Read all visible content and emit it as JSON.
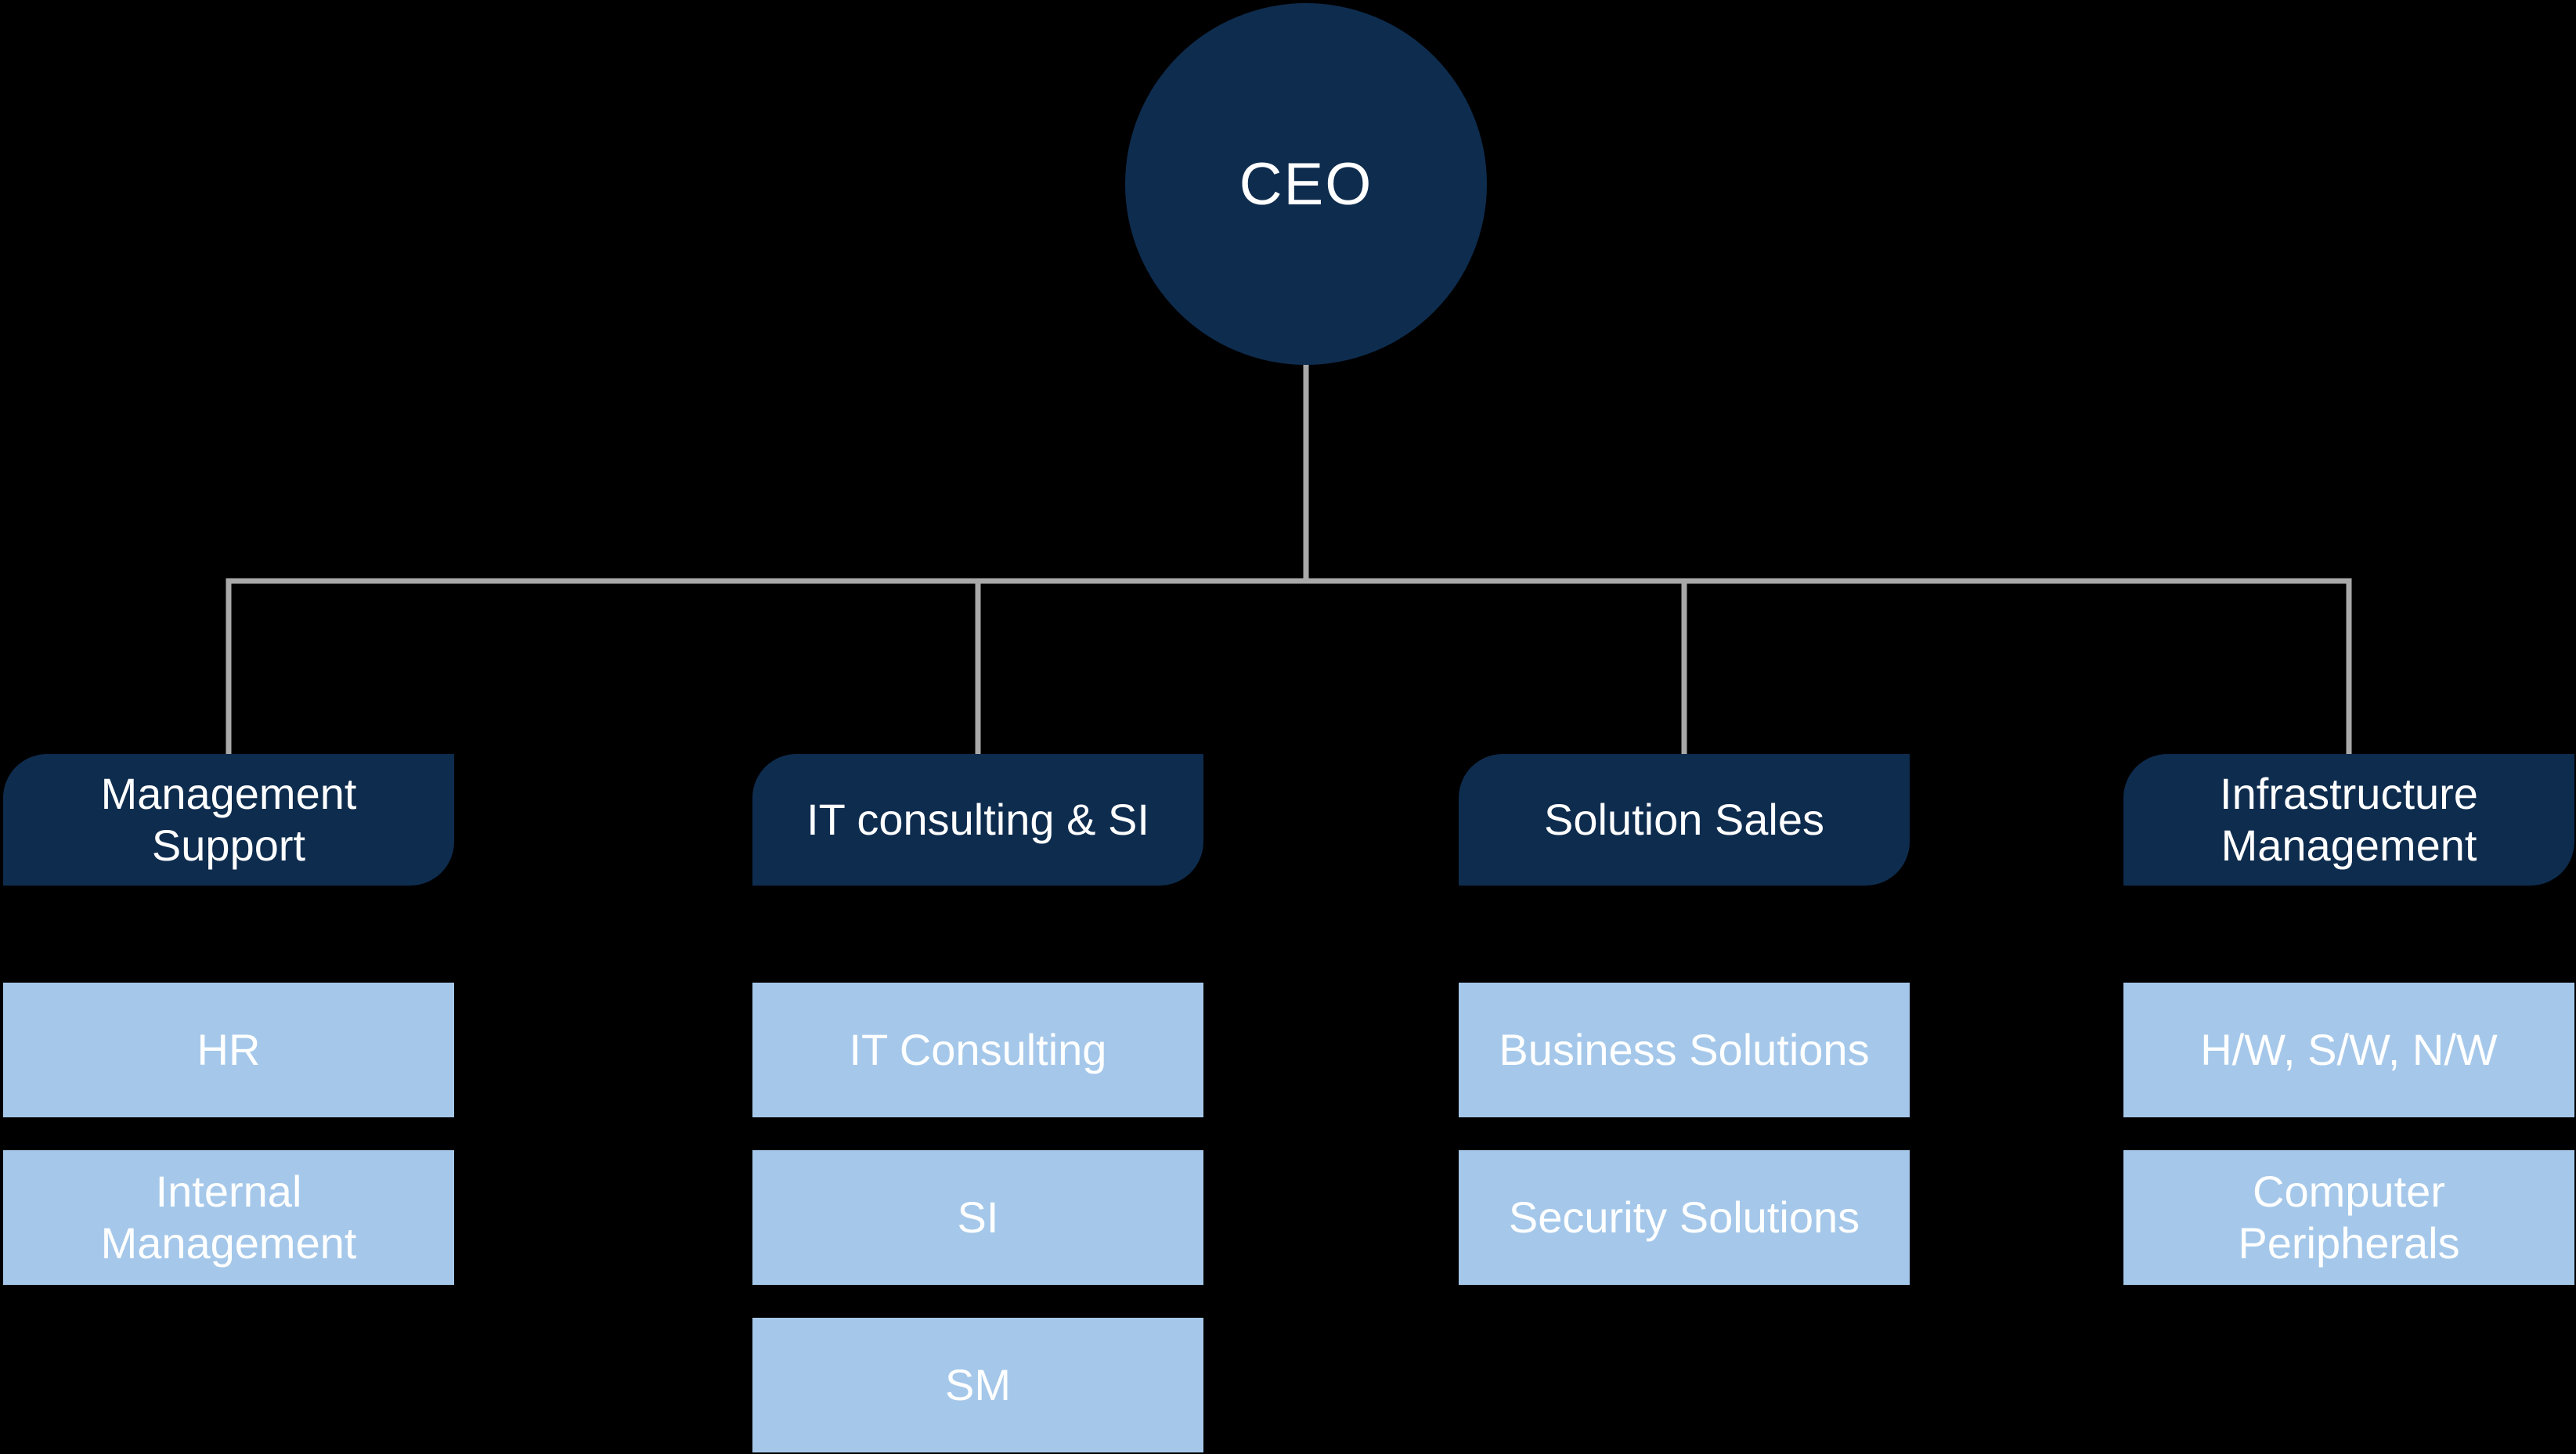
{
  "ceo": {
    "label": "CEO"
  },
  "columns": [
    {
      "header": "Management\nSupport",
      "items": [
        "HR",
        "Internal\nManagement"
      ]
    },
    {
      "header": "IT consulting & SI",
      "items": [
        "IT Consulting",
        "SI",
        "SM"
      ]
    },
    {
      "header": "Solution Sales",
      "items": [
        "Business Solutions",
        "Security Solutions"
      ]
    },
    {
      "header": "Infrastructure\nManagement",
      "items": [
        "H/W, S/W, N/W",
        "Computer\nPeripherals"
      ]
    }
  ],
  "colors": {
    "navy": "#0e2c4e",
    "light_blue": "#a5c8ea",
    "line_gray": "#a9a9a9",
    "text": "#ffffff",
    "background": "#000000"
  }
}
